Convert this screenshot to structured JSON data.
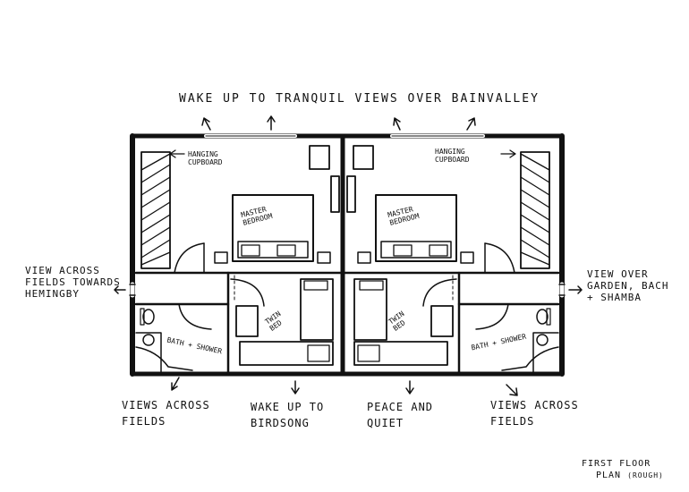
{
  "headline_top": "WAKE UP TO TRANQUIL VIEWS OVER BAINVALLEY",
  "rooms": {
    "left_master": [
      "MASTER",
      "BEDROOM"
    ],
    "right_master": [
      "MASTER",
      "BEDROOM"
    ],
    "left_twin": [
      "TWIN",
      "BED"
    ],
    "right_twin": [
      "TWIN",
      "BED"
    ],
    "left_hanging": [
      "HANGING",
      "CUPBOARD"
    ],
    "right_hanging": [
      "HANGING",
      "CUPBOARD"
    ],
    "left_bath": "BATH + SHOWER",
    "right_bath": "BATH + SHOWER"
  },
  "side_notes": {
    "left": [
      "VIEW ACROSS",
      "FIELDS TOWARDS",
      "HEMINGBY"
    ],
    "right": [
      "VIEW OVER",
      "GARDEN, BACH",
      "+ SHAMBA"
    ]
  },
  "bottom_notes": [
    [
      "VIEWS ACROSS",
      "FIELDS"
    ],
    [
      "WAKE UP TO",
      "BIRDSONG"
    ],
    [
      "PEACE AND",
      "QUIET"
    ],
    [
      "VIEWS ACROSS",
      "FIELDS"
    ]
  ],
  "footer": {
    "line1": "FIRST FLOOR",
    "line2": "PLAN",
    "note": "(ROUGH)"
  }
}
